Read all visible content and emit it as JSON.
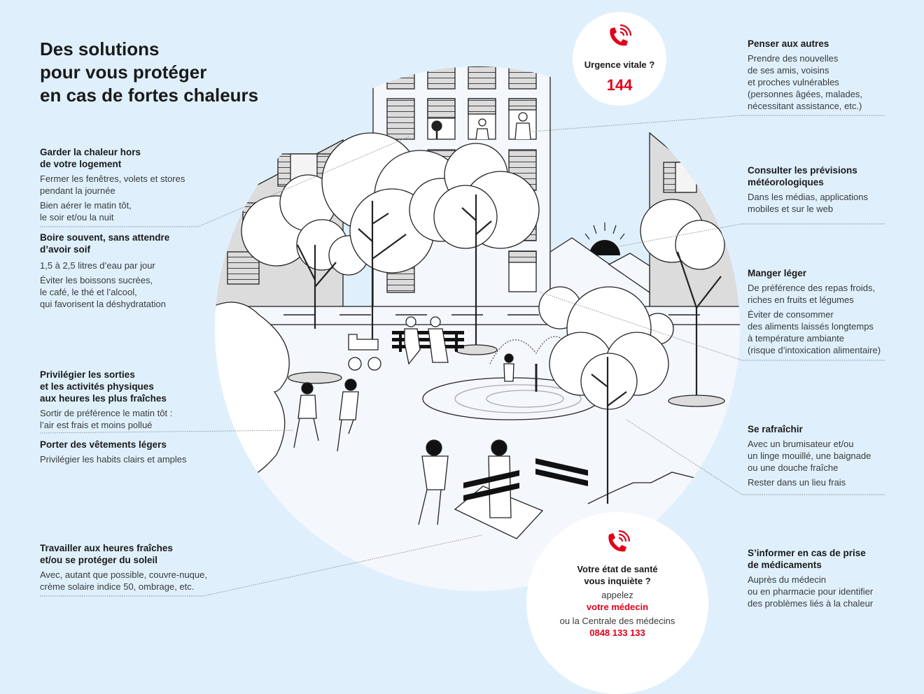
{
  "title": {
    "lines": [
      "Des solutions",
      "pour vous protéger",
      "en cas de fortes chaleurs"
    ]
  },
  "left_tips": [
    {
      "heading": [
        "Garder la chaleur hors",
        "de votre logement"
      ],
      "paragraphs": [
        [
          "Fermer les fenêtres, volets et stores",
          "pendant la journée"
        ],
        [
          "Bien aérer le matin tôt,",
          "le soir et/ou la nuit"
        ]
      ]
    },
    {
      "heading": [
        "Boire souvent, sans attendre",
        "d’avoir soif"
      ],
      "paragraphs": [
        [
          "1,5 à 2,5 litres d’eau par jour"
        ],
        [
          "Éviter les boissons sucrées,",
          "le café, le thé et l’alcool,",
          "qui favorisent la déshydratation"
        ]
      ]
    },
    {
      "heading": [
        "Privilégier les sorties",
        "et les activités physiques",
        "aux heures les plus fraîches"
      ],
      "paragraphs": [
        [
          "Sortir de préférence le matin tôt :",
          "l’air est frais et moins pollué"
        ]
      ]
    },
    {
      "heading": [
        "Porter des vêtements légers"
      ],
      "paragraphs": [
        [
          "Privilégier les habits clairs et amples"
        ]
      ]
    },
    {
      "heading": [
        "Travailler aux heures fraîches",
        "et/ou se protéger du soleil"
      ],
      "paragraphs": [
        [
          "Avec, autant que possible, couvre-nuque,",
          "crème solaire indice 50, ombrage, etc."
        ]
      ]
    }
  ],
  "right_tips": [
    {
      "heading": [
        "Penser aux autres"
      ],
      "paragraphs": [
        [
          "Prendre des nouvelles",
          "de ses amis, voisins",
          "et proches vulnérables",
          "(personnes âgées, malades,",
          "nécessitant assistance, etc.)"
        ]
      ]
    },
    {
      "heading": [
        "Consulter les prévisions",
        "météorologiques"
      ],
      "paragraphs": [
        [
          "Dans les médias, applications",
          "mobiles et sur le web"
        ]
      ]
    },
    {
      "heading": [
        "Manger léger"
      ],
      "paragraphs": [
        [
          "De préférence des repas froids,",
          "riches en fruits et légumes"
        ],
        [
          "Éviter de consommer",
          "des aliments laissés longtemps",
          "à température ambiante",
          "(risque d’intoxication alimentaire)"
        ]
      ]
    },
    {
      "heading": [
        "Se rafraîchir"
      ],
      "paragraphs": [
        [
          "Avec un brumisateur et/ou",
          "un linge mouillé, une baignade",
          "ou une douche fraîche"
        ],
        [
          "Rester dans un lieu frais"
        ]
      ]
    },
    {
      "heading": [
        "S’informer en cas de prise",
        "de médicaments"
      ],
      "paragraphs": [
        [
          "Auprès du médecin",
          "ou en pharmacie pour identifier",
          "des problèmes liés à la chaleur"
        ]
      ]
    }
  ],
  "emergency": {
    "icon": "phone-ringing-icon",
    "question": "Urgence vitale ?",
    "number": "144"
  },
  "doctor": {
    "icon": "phone-ringing-icon",
    "question": [
      "Votre état de santé",
      "vous inquiète ?"
    ],
    "call": "appelez",
    "who": "votre médecin",
    "alt": "ou la Centrale des médecins",
    "number": "0848 133 133"
  },
  "colors": {
    "background": "#dff0fc",
    "accent_red": "#e2001a",
    "scene_fill": "#f4f7fc",
    "building_gray": "#dcdcdc"
  }
}
